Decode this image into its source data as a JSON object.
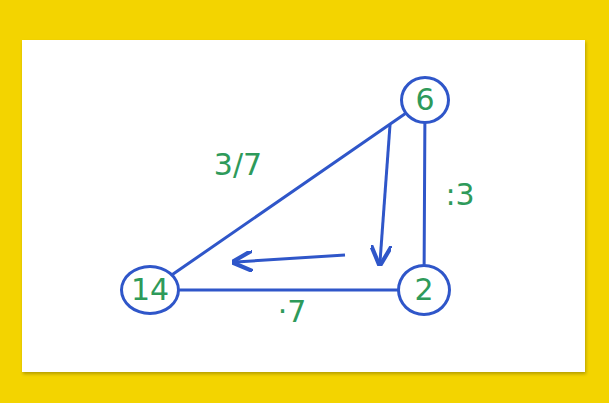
{
  "diagram": {
    "nodes": [
      {
        "text": [
          "6"
        ]
      },
      {
        "text": [
          "2"
        ]
      },
      {
        "text": [
          "14"
        ]
      }
    ],
    "edges": [
      {
        "from": 0,
        "to": 1,
        "label": ":3",
        "arrow": "none"
      },
      {
        "from": 1,
        "to": 2,
        "label": "·7",
        "arrow": "none"
      },
      {
        "from": 2,
        "to": 0,
        "label": "3/7",
        "arrow": "none"
      }
    ]
  }
}
